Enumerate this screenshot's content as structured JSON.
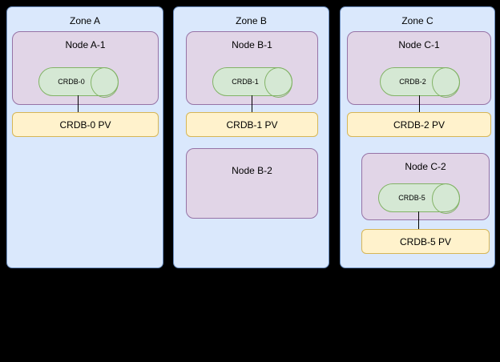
{
  "colors": {
    "canvas_background": "#000000",
    "zone_fill": "#dae8fc",
    "zone_border": "#6c8ebf",
    "node_fill": "#e1d5e7",
    "node_border": "#9673a6",
    "db_fill": "#d5e8d4",
    "db_border": "#82b366",
    "pv_fill": "#fff2cc",
    "pv_border": "#d6b656",
    "connector": "#000000"
  },
  "zones": [
    {
      "label": "Zone A",
      "nodes": [
        {
          "label": "Node A-1",
          "db": "CRDB-0",
          "pv": "CRDB-0 PV"
        }
      ]
    },
    {
      "label": "Zone B",
      "nodes": [
        {
          "label": "Node B-1",
          "db": "CRDB-1",
          "pv": "CRDB-1 PV"
        },
        {
          "label": "Node B-2"
        }
      ]
    },
    {
      "label": "Zone C",
      "nodes": [
        {
          "label": "Node C-1",
          "db": "CRDB-2",
          "pv": "CRDB-2 PV"
        },
        {
          "label": "Node C-2",
          "db": "CRDB-5",
          "pv": "CRDB-5 PV"
        }
      ]
    }
  ]
}
